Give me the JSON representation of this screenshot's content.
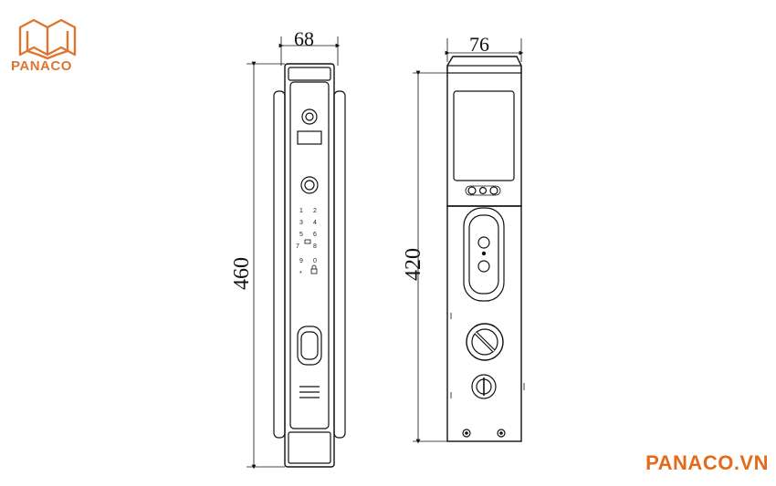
{
  "brand": {
    "logo_text": "PANACO",
    "website": "PANACO.VN",
    "color": "#e56a1c"
  },
  "front_view": {
    "width_label": "68",
    "height_label": "460",
    "keypad_keys": [
      "1",
      "2",
      "3",
      "4",
      "5",
      "6",
      "7",
      "8",
      "9",
      "0",
      "*"
    ]
  },
  "side_view": {
    "width_label": "76",
    "height_label": "420"
  }
}
